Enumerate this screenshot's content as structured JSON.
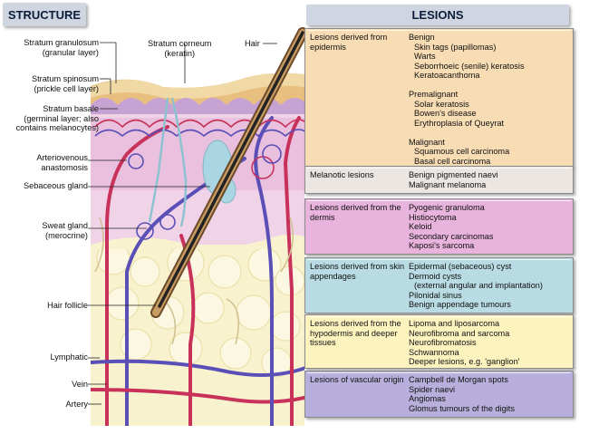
{
  "structure": {
    "title": "STRUCTURE",
    "labels": {
      "stratum_granulosum": "Stratum granulosum\n(granular layer)",
      "stratum_corneum": "Stratum corneum\n(keratin)",
      "hair": "Hair",
      "stratum_spinosum": "Stratum spinosum\n(prickle cell layer)",
      "stratum_basale": "Stratum basale\n(germinal layer; also\ncontains melanocytes)",
      "arteriovenous": "Arteriovenous\nanastomosis",
      "sebaceous_gland": "Sebaceous gland",
      "sweat_gland": "Sweat gland\n(merocrine)",
      "hair_follicle": "Hair follicle",
      "lymphatic": "Lymphatic",
      "vein": "Vein",
      "artery": "Artery"
    }
  },
  "lesions": {
    "title": "LESIONS",
    "panels": [
      {
        "category": "Lesions derived from epidermis",
        "color": "#f7dcb4",
        "lines": [
          {
            "t": "Benign",
            "i": 0
          },
          {
            "t": "Skin tags (papillomas)",
            "i": 1
          },
          {
            "t": "Warts",
            "i": 1
          },
          {
            "t": "Seborrhoeic (senile) keratosis",
            "i": 1
          },
          {
            "t": "Keratoacanthoma",
            "i": 1
          },
          {
            "t": "",
            "i": 0
          },
          {
            "t": "Premalignant",
            "i": 0
          },
          {
            "t": "Solar keratosis",
            "i": 1
          },
          {
            "t": "Bowen's disease",
            "i": 1
          },
          {
            "t": "Erythroplasia of Queyrat",
            "i": 1
          },
          {
            "t": "",
            "i": 0
          },
          {
            "t": "Malignant",
            "i": 0
          },
          {
            "t": "Squamous cell carcinoma",
            "i": 1
          },
          {
            "t": "Basal cell carcinoma",
            "i": 1
          }
        ]
      },
      {
        "category": "Melanotic lesions",
        "color": "#ece6e2",
        "lines": [
          {
            "t": "Benign pigmented naevi",
            "i": 0
          },
          {
            "t": "Malignant melanoma",
            "i": 0
          }
        ]
      },
      {
        "category": "Lesions derived from the dermis",
        "color": "#e8b3dc",
        "lines": [
          {
            "t": "Pyogenic granuloma",
            "i": 0
          },
          {
            "t": "Histiocytoma",
            "i": 0
          },
          {
            "t": "Keloid",
            "i": 0
          },
          {
            "t": "Secondary carcinomas",
            "i": 0
          },
          {
            "t": "Kaposi's sarcoma",
            "i": 0
          }
        ]
      },
      {
        "category": "Lesions derived from skin appendages",
        "color": "#b9dbe3",
        "lines": [
          {
            "t": "Epidermal (sebaceous) cyst",
            "i": 0
          },
          {
            "t": "Dermoid cysts",
            "i": 0
          },
          {
            "t": "(external angular and implantation)",
            "i": 1
          },
          {
            "t": "Pilonidal sinus",
            "i": 0
          },
          {
            "t": "Benign appendage tumours",
            "i": 0
          }
        ]
      },
      {
        "category": "Lesions derived from the hypodermis and deeper tissues",
        "color": "#fdf3bf",
        "lines": [
          {
            "t": "Lipoma and liposarcoma",
            "i": 0
          },
          {
            "t": "Neurofibroma and sarcoma",
            "i": 0
          },
          {
            "t": "Neurofibromatosis",
            "i": 0
          },
          {
            "t": "Schwannoma",
            "i": 0
          },
          {
            "t": "Deeper lesions, e.g. 'ganglion'",
            "i": 0
          }
        ]
      },
      {
        "category": "Lesions of vascular origin",
        "color": "#b9afdc",
        "lines": [
          {
            "t": "Campbell de Morgan spots",
            "i": 0
          },
          {
            "t": "Spider naevi",
            "i": 0
          },
          {
            "t": "Angiomas",
            "i": 0
          },
          {
            "t": "Glomus tumours of the digits",
            "i": 0
          }
        ]
      }
    ]
  },
  "colors": {
    "header_bg": "#cfd6e2",
    "epidermis": "#e8bd7a",
    "dermis": "#eecde6",
    "hypodermis": "#f7f0c8",
    "artery": "#c8325a",
    "vein": "#5a4fb6",
    "lymphatic": "#8cc2d0"
  }
}
